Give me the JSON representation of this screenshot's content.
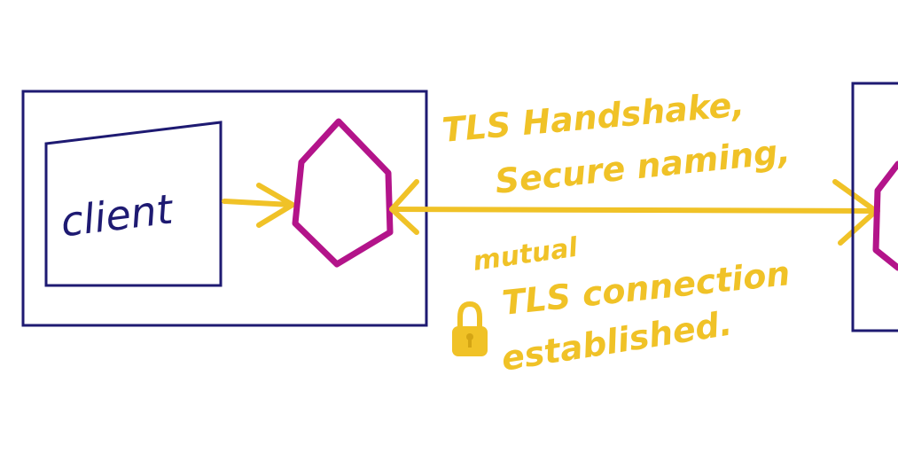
{
  "colors": {
    "box": "#1e1a72",
    "proxy": "#b3148a",
    "accent": "#f0c227",
    "background": "#ffffff"
  },
  "labels": {
    "client": "client",
    "handshake_line1": "TLS Handshake,",
    "handshake_line2": "Secure naming,",
    "mutual": "mutual",
    "connection_line1": "TLS connection",
    "connection_line2": "established."
  },
  "icons": {
    "lock": "lock-icon"
  }
}
